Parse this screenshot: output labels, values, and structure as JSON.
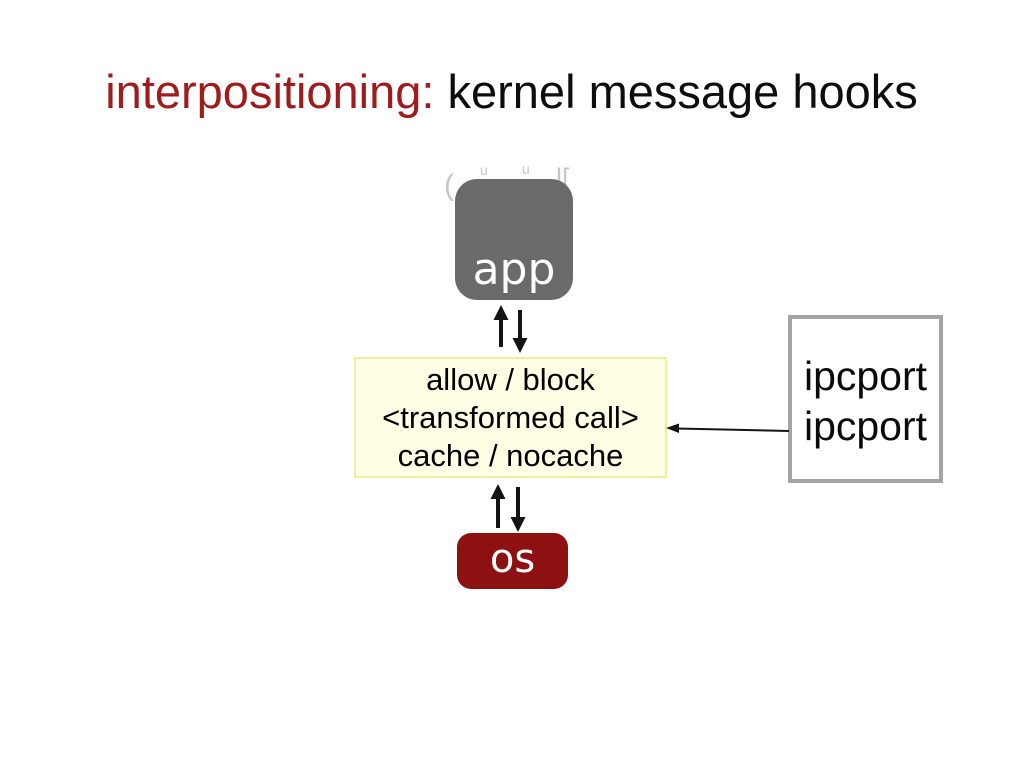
{
  "slide": {
    "title": {
      "highlight": "interpositioning: ",
      "rest": "kernel message hooks",
      "highlight_color": "#9e1c1c",
      "text_color": "#0d0d0d"
    },
    "diagram": {
      "app_box": {
        "label": "app",
        "fill": "#6a6a6a",
        "text_color": "#ffffff"
      },
      "ghost_fragments": [
        "(",
        "u",
        "u",
        "l["
      ],
      "policy_box": {
        "lines": [
          "allow / block",
          "<transformed call>",
          "cache / nocache"
        ],
        "fill": "#ffffe6",
        "border_color": "#eeee9e"
      },
      "ipcport_box": {
        "lines": [
          "ipcport",
          "ipcport"
        ],
        "border_color": "#a4a4a4",
        "fill": "#ffffff"
      },
      "os_box": {
        "label": "os",
        "fill": "#8e1111",
        "text_color": "#ffffff"
      },
      "arrow_color": "#141414"
    }
  }
}
